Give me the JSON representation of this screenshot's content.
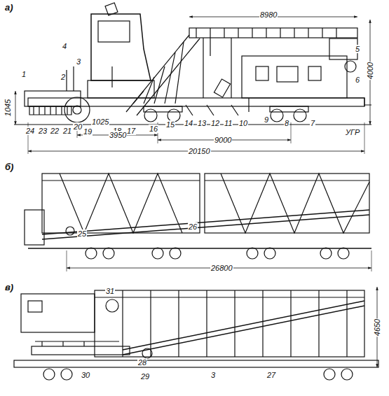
{
  "diagram": {
    "labels": [
      "а)",
      "8980",
      "4",
      "1",
      "3",
      "2",
      "5",
      "6",
      "4000",
      "1045",
      "УГР",
      "24",
      "23",
      "22",
      "21",
      "20",
      "19",
      "1025",
      "18",
      "17",
      "16",
      "15",
      "14",
      "13",
      "12",
      "11",
      "10",
      "9",
      "8",
      "7",
      "3950",
      "9000",
      "20150",
      "б)",
      "26",
      "25",
      "26800",
      "в)",
      "31",
      "4650",
      "28",
      "30",
      "29",
      "3",
      "27"
    ]
  }
}
